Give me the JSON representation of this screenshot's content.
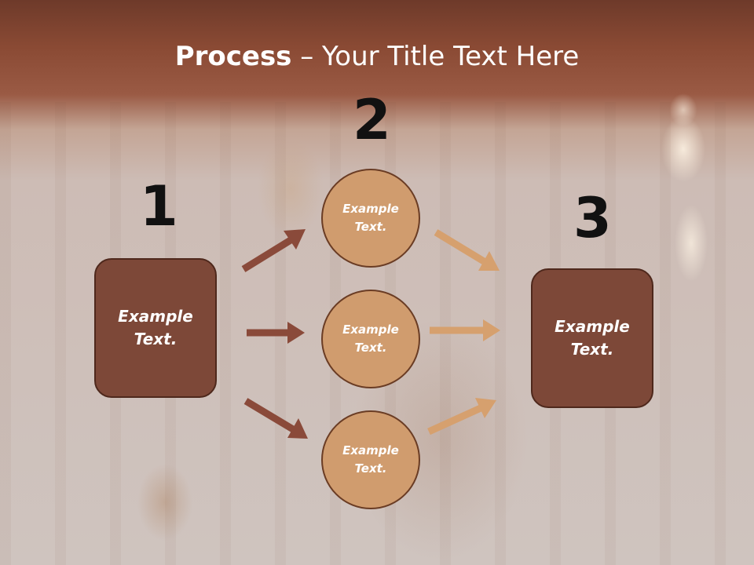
{
  "title": {
    "bold": "Process",
    "rest": " – Your Title Text Here"
  },
  "steps": [
    {
      "number": "1",
      "label": "Example Text."
    },
    {
      "number": "2",
      "label": "Example Text."
    },
    {
      "number": "3",
      "label": "Example Text."
    }
  ],
  "middle_items": [
    {
      "label": "Example Text."
    },
    {
      "label": "Example Text."
    },
    {
      "label": "Example Text."
    }
  ],
  "colors": {
    "box_fill": "#7d4838",
    "circle_fill": "#d09c6e",
    "arrow_dark": "#8a4a3a",
    "arrow_light": "#d6a06e"
  }
}
